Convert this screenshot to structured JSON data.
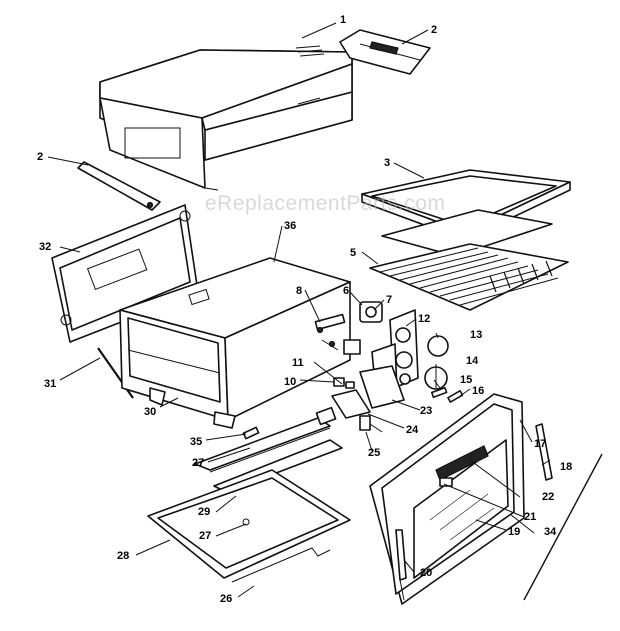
{
  "watermark": "eReplacementParts.com",
  "callouts": {
    "c1": "1",
    "c2a": "2",
    "c2b": "2",
    "c3": "3",
    "c5": "5",
    "c6": "6",
    "c7": "7",
    "c8": "8",
    "c10": "10",
    "c11": "11",
    "c12": "12",
    "c13": "13",
    "c14": "14",
    "c15": "15",
    "c16": "16",
    "c17": "17",
    "c18": "18",
    "c19": "19",
    "c20": "20",
    "c21": "21",
    "c22": "22",
    "c23": "23",
    "c24": "24",
    "c25": "25",
    "c26": "26",
    "c27a": "27",
    "c27b": "27",
    "c28": "28",
    "c29": "29",
    "c30": "30",
    "c31": "31",
    "c32": "32",
    "c34": "34",
    "c35": "35",
    "c36": "36"
  }
}
